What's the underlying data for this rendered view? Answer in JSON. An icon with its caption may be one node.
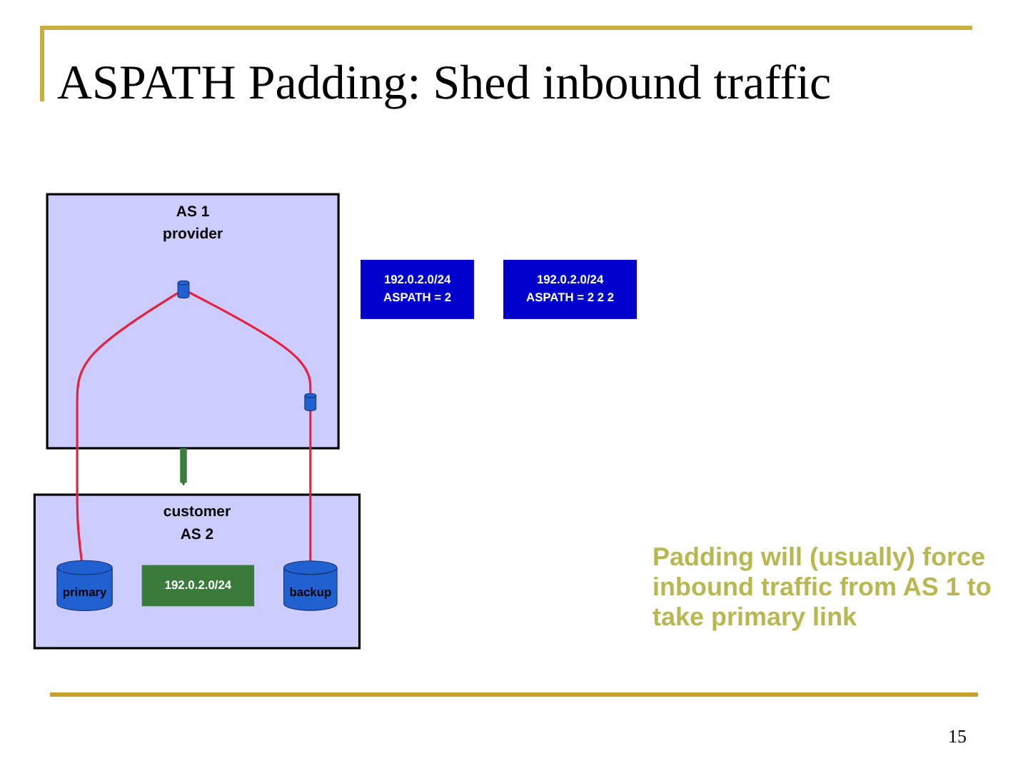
{
  "diagram": {
    "title": "ASPATH Padding: Shed inbound traffic",
    "nodes": [
      {
        "text": [
          "AS 1",
          "provider"
        ]
      },
      {
        "text": [],
        "shape": "cylinder",
        "in": 0
      },
      {
        "text": [],
        "shape": "cylinder",
        "in": 0
      },
      {
        "text": [
          "customer",
          "AS 2"
        ]
      },
      {
        "text": [
          "primary"
        ],
        "in": 3
      },
      {
        "text": [
          "backup"
        ],
        "in": 3
      },
      {
        "text": [
          "192.0.2.0/24"
        ],
        "in": 3
      },
      {
        "text": [
          "192.0.2.0/24",
          "ASPATH = 2"
        ]
      },
      {
        "text": [
          "192.0.2.0/24",
          "ASPATH = 2  2  2"
        ]
      }
    ],
    "edges": [
      {
        "from": 1,
        "to": 2,
        "arrow": "none"
      },
      {
        "from": 1,
        "to": 4,
        "arrow": "none"
      },
      {
        "from": 2,
        "to": 5,
        "arrow": "none"
      },
      {
        "from": 0,
        "to": 3,
        "arrow": "to",
        "style": "thick",
        "color": "#3a7d3a"
      }
    ],
    "labels": [
      "Padding will (usually) force inbound traffic from AS 1 to take primary link",
      "15"
    ]
  }
}
